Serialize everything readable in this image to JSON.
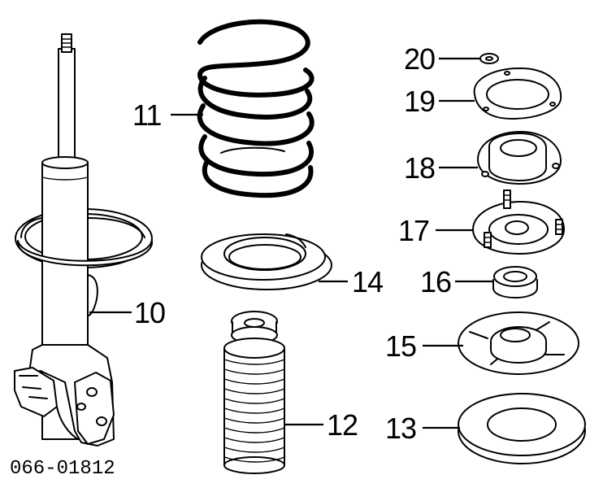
{
  "diagram": {
    "part_number": "066-01812",
    "callouts": [
      {
        "id": "c10",
        "label": "10"
      },
      {
        "id": "c11",
        "label": "11"
      },
      {
        "id": "c12",
        "label": "12"
      },
      {
        "id": "c13",
        "label": "13"
      },
      {
        "id": "c14",
        "label": "14"
      },
      {
        "id": "c15",
        "label": "15"
      },
      {
        "id": "c16",
        "label": "16"
      },
      {
        "id": "c17",
        "label": "17"
      },
      {
        "id": "c18",
        "label": "18"
      },
      {
        "id": "c19",
        "label": "19"
      },
      {
        "id": "c20",
        "label": "20"
      }
    ]
  }
}
